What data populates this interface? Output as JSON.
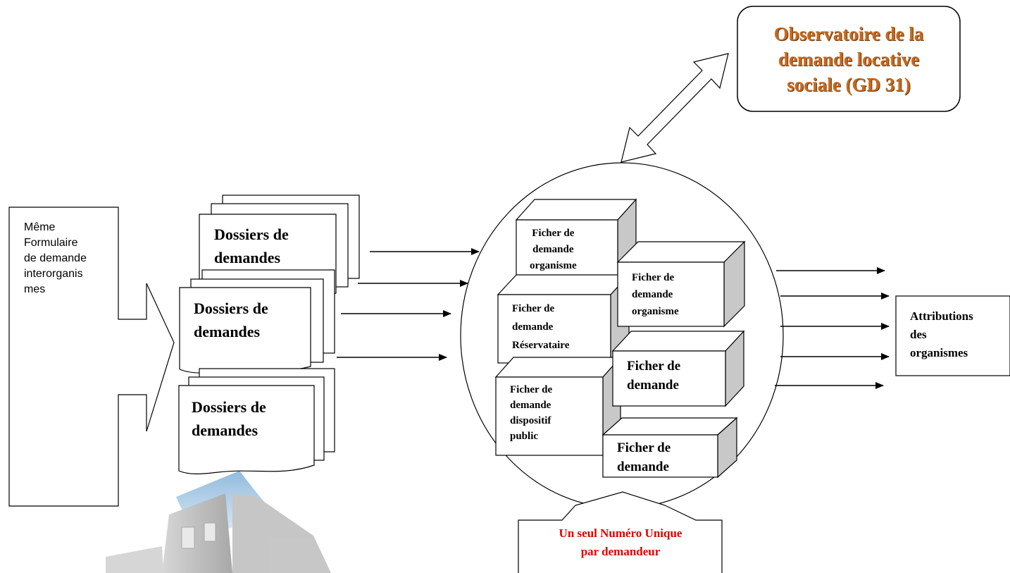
{
  "observatoire": {
    "lines": [
      "Observatoire de la",
      "demande locative",
      "sociale (GD 31)"
    ],
    "color": "#c8681c"
  },
  "formulaire": {
    "lines": [
      "Même",
      "Formulaire",
      "de demande",
      "interorganis",
      "mes"
    ]
  },
  "dossiers": [
    {
      "lines": [
        "Dossiers de",
        "demandes"
      ]
    },
    {
      "lines": [
        "Dossiers de",
        "demandes"
      ]
    },
    {
      "lines": [
        "Dossiers de",
        "demandes"
      ]
    }
  ],
  "fichiers": [
    {
      "lines": [
        "Ficher de",
        "demande",
        "organisme"
      ]
    },
    {
      "lines": [
        "Ficher de",
        "demande",
        "organisme"
      ]
    },
    {
      "lines": [
        "Ficher de",
        "demande",
        "Réservataire"
      ]
    },
    {
      "lines": [
        "Ficher de",
        "demande"
      ]
    },
    {
      "lines": [
        "Ficher de",
        "demande",
        "dispositif",
        "public"
      ]
    },
    {
      "lines": [
        "Ficher de",
        "demande"
      ]
    }
  ],
  "attributions": {
    "lines": [
      "Attributions",
      "des",
      "organismes"
    ]
  },
  "numero_unique": {
    "lines": [
      "Un seul Numéro Unique",
      "par demandeur"
    ],
    "color": "#e00000"
  },
  "colors": {
    "line": "#000000",
    "box_side": "#c8c8c8",
    "house_roof": "#9ec4e0",
    "house_wall": "#b8b8b8"
  },
  "icons": [
    "house-watermark-icon"
  ]
}
